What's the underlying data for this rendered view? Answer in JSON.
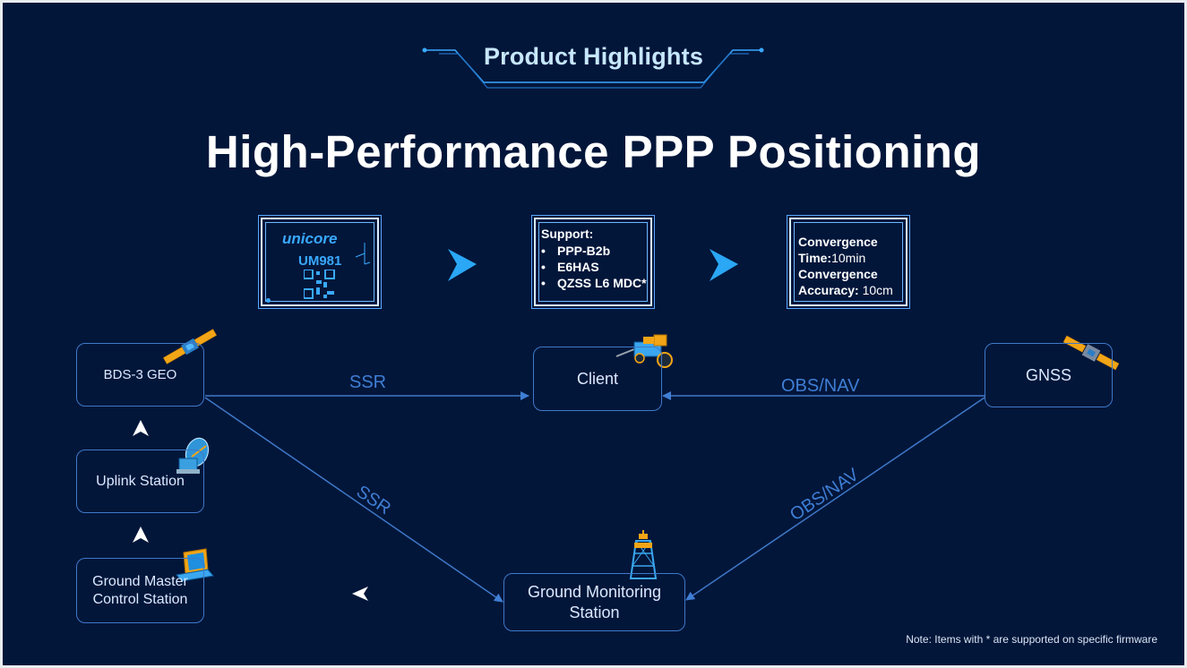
{
  "header": {
    "title": "Product Highlights"
  },
  "main_title": "High-Performance PPP Positioning",
  "chip": {
    "brand": "unicore",
    "model": "UM981"
  },
  "support": {
    "title": "Support:",
    "items": [
      "PPP-B2b",
      "E6HAS",
      "QZSS L6 MDC*"
    ]
  },
  "convergence": {
    "time_label": "Convergence Time:",
    "time_value": "10min",
    "accuracy_label": "Convergence Accuracy:",
    "accuracy_value": " 10cm"
  },
  "nodes": {
    "bds": "BDS-3 GEO",
    "uplink": "Uplink Station",
    "ground_master_line1": "Ground Master",
    "ground_master_line2": "Control Station",
    "client": "Client",
    "gnss": "GNSS",
    "monitoring_line1": "Ground Monitoring",
    "monitoring_line2": "Station"
  },
  "edges": {
    "ssr_top": "SSR",
    "obs_top": "OBS/NAV",
    "ssr_diag": "SSR",
    "obs_diag": "OBS/NAV"
  },
  "note": "Note: Items with * are supported on specific firmware",
  "colors": {
    "background": "#02163a",
    "accent": "#39a9ff",
    "line": "#3f78c8",
    "title": "#ffffff"
  }
}
